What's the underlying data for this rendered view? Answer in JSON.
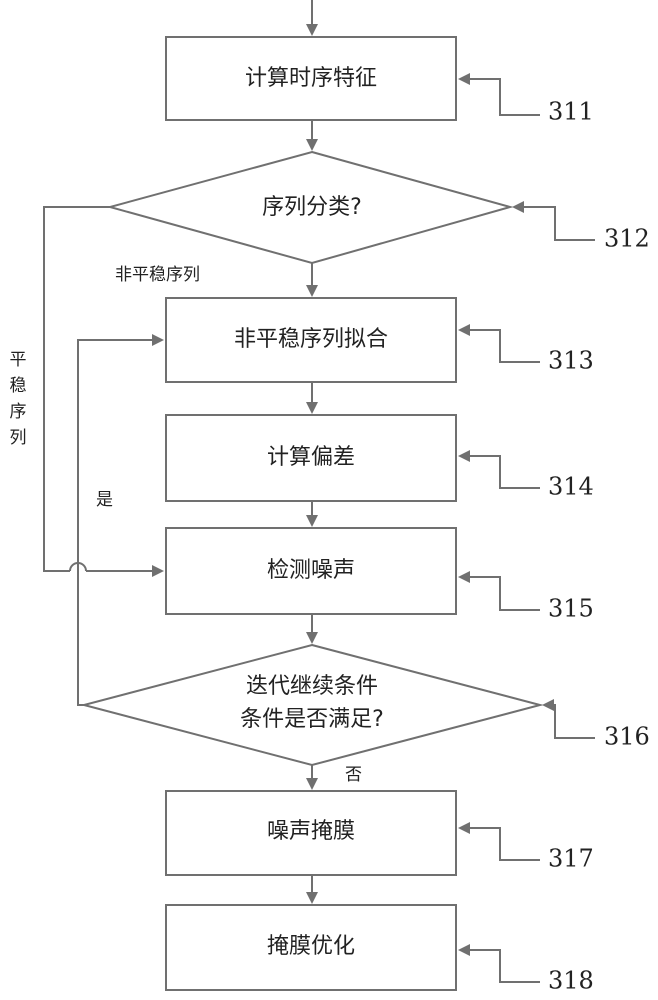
{
  "nodes": {
    "n311": {
      "label": "计算时序特征",
      "ref": "311"
    },
    "n312": {
      "label": "序列分类?",
      "ref": "312"
    },
    "n313": {
      "label": "非平稳序列拟合",
      "ref": "313"
    },
    "n314": {
      "label": "计算偏差",
      "ref": "314"
    },
    "n315": {
      "label": "检测噪声",
      "ref": "315"
    },
    "n316": {
      "line1": "迭代继续条件",
      "line2": "条件是否满足?",
      "ref": "316"
    },
    "n317": {
      "label": "噪声掩膜",
      "ref": "317"
    },
    "n318": {
      "label": "掩膜优化",
      "ref": "318"
    }
  },
  "edge_labels": {
    "nonstationary": "非平稳序列",
    "stationary": [
      "平",
      "稳",
      "序",
      "列"
    ],
    "yes": "是",
    "no": "否"
  },
  "colors": {
    "stroke": "#707070",
    "text": "#222222",
    "background": "#ffffff"
  }
}
